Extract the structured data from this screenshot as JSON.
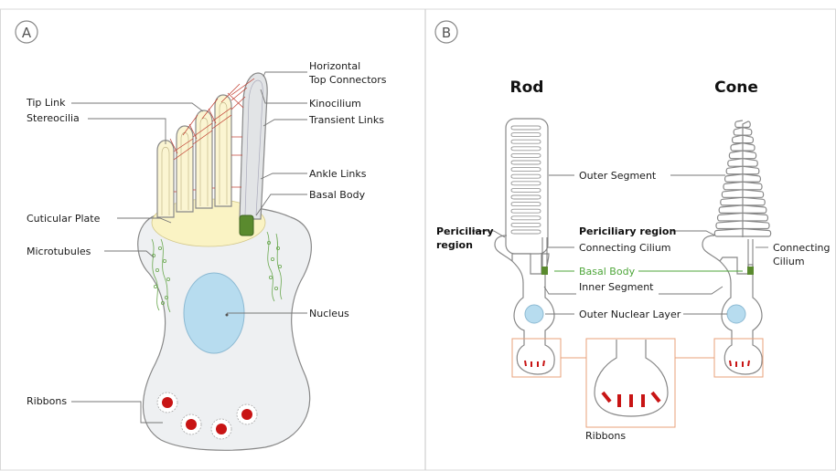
{
  "panel_a": {
    "letter": "A",
    "labels": {
      "horizontal_top_connectors_1": "Horizontal",
      "horizontal_top_connectors_2": "Top Connectors",
      "tip_link": "Tip Link",
      "stereocilia": "Stereocilia",
      "kinocilium": "Kinocilium",
      "transient_links": "Transient Links",
      "ankle_links": "Ankle Links",
      "basal_body": "Basal Body",
      "cuticular_plate": "Cuticular Plate",
      "microtubules": "Microtubules",
      "nucleus": "Nucleus",
      "ribbons": "Ribbons"
    }
  },
  "panel_b": {
    "letter": "B",
    "titles": {
      "rod": "Rod",
      "cone": "Cone"
    },
    "labels": {
      "outer_segment": "Outer Segment",
      "periciliary_region_left_1": "Periciliary",
      "periciliary_region_left_2": "region",
      "periciliary_region_right": "Periciliary region",
      "connecting_cilium_left": "Connecting Cilium",
      "connecting_cilium_right_1": "Connecting",
      "connecting_cilium_right_2": "Cilium",
      "basal_body": "Basal Body",
      "inner_segment": "Inner Segment",
      "outer_nuclear_layer": "Outer Nuclear Layer",
      "ribbons": "Ribbons"
    }
  },
  "colors": {
    "cell_fill": "#eef0f2",
    "cuticular_plate": "#faf3c4",
    "stereocilia": "#fbf5d2",
    "links": "#c0392b",
    "basal_body": "#5a8a2e",
    "nucleus": "#b7dcef",
    "ribbon": "#c81414",
    "box": "#e8a17a",
    "green_label": "#4ea63a"
  }
}
